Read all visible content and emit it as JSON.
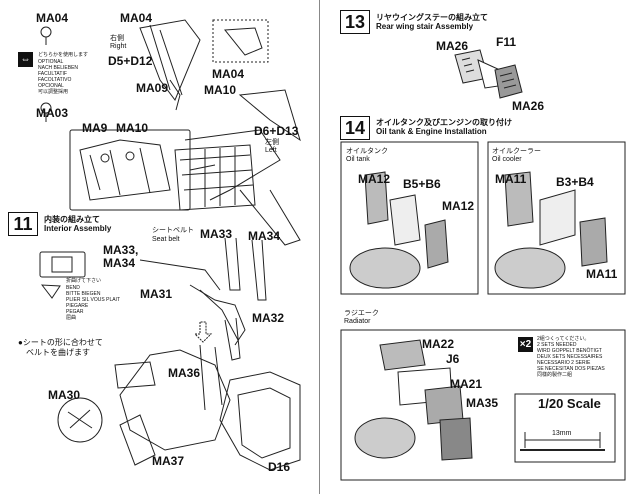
{
  "left": {
    "top_parts": {
      "ma04_top": "MA04",
      "ma04_right": "MA04",
      "ma04_mid": "MA04",
      "ma03": "MA03",
      "ma09": "MA09",
      "ma10": "MA10",
      "ma9": "MA9",
      "ma10b": "MA10",
      "d5d12": "D5+D12",
      "d6d13": "D6+D13",
      "right_jp": "右側",
      "right_en": "Right",
      "left_jp": "左側",
      "left_en": "Left"
    },
    "optional": {
      "jp": "どちらかを使用します",
      "lines": [
        "OPTIONAL",
        "NACH BELIEBEN",
        "FACULTATIF",
        "FACOLTATIVO",
        "OPCIONAL",
        "可以調整採用"
      ]
    },
    "step11": {
      "num": "11",
      "jp": "内装の組み立て",
      "en": "Interior Assembly",
      "seatbelt_jp": "シートベルト",
      "seatbelt_en": "Seat belt",
      "ma33": "MA33",
      "ma34": "MA34",
      "ma33_34": "MA33,",
      "ma34b": "MA34",
      "ma31": "MA31",
      "ma32": "MA32",
      "ma36": "MA36",
      "ma30": "MA30",
      "ma37": "MA37",
      "d16": "D16",
      "bend_jp": "折曲げて下さい",
      "bend_lines": [
        "BEND",
        "BITTE BIEGEN",
        "PLIER SIL VOUS PLAIT",
        "PIEGARE",
        "PEGAR",
        "屈曲"
      ],
      "note_jp_1": "●シートの形に合わせて",
      "note_jp_2": "ベルトを曲げます"
    }
  },
  "right": {
    "step13": {
      "num": "13",
      "jp": "リヤウイングステーの組み立て",
      "en": "Rear wing stair Assembly",
      "ma26a": "MA26",
      "f11": "F11",
      "ma26b": "MA26"
    },
    "step14": {
      "num": "14",
      "jp": "オイルタンク及びエンジンの取り付け",
      "en": "Oil tank & Engine Installation",
      "oiltank_jp": "オイルタンク",
      "oiltank_en": "Oil tank",
      "oilcooler_jp": "オイルクーラー",
      "oilcooler_en": "Oil cooler",
      "ma12a": "MA12",
      "b5b6": "B5+B6",
      "ma12b": "MA12",
      "ma11a": "MA11",
      "b3b4": "B3+B4",
      "ma11b": "MA11",
      "radiator_jp": "ラジエーク",
      "radiator_en": "Radiator",
      "ma22": "MA22",
      "j6": "J6",
      "ma21": "MA21",
      "ma35": "MA35",
      "x2": "×2",
      "sets_lines": [
        "2組つくってください。",
        "2 SETS NEEDED",
        "WIRD GOPPELT BENÖTIGT",
        "DEUX SETS NECESSAIRES",
        "NECESSARIO 2 SERIE",
        "SE NECESITAN DOS PIEZAS",
        "同樣的製作二組"
      ],
      "scale": "1/20 Scale",
      "dim": "13mm"
    }
  }
}
